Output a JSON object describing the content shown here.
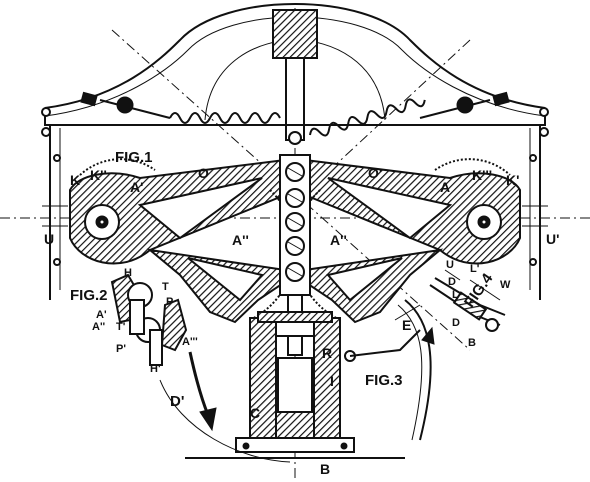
{
  "labels": {
    "fig1": "FIG.1",
    "fig2": "FIG.2",
    "fig3": "FIG.3",
    "fig4": "FIG.4",
    "o": "O",
    "o1": "O'",
    "a1": "A'",
    "a": "A",
    "a2_left": "A''",
    "a2_right": "A''",
    "a3": "A'''",
    "k": "K",
    "k2": "K''",
    "k3": "K'''",
    "k1": "K'",
    "u": "U",
    "u1": "U'",
    "h_top": "H",
    "h_bottom": "H'",
    "t": "T",
    "t1": "T'",
    "p": "P",
    "p1": "P'",
    "a1_fig2": "A'",
    "a2_fig2": "A''",
    "a3_fig2": "A'''",
    "d1": "D'",
    "c": "C",
    "r": "R",
    "i": "I",
    "b": "B",
    "e": "E",
    "u_fig4": "U",
    "l1_fig4": "L'",
    "d_fig4": "D",
    "l_fig4": "L",
    "w_fig4": "W",
    "d_fig4b": "D",
    "b_fig4": "B"
  },
  "colors": {
    "ink": "#111111",
    "paper": "#ffffff"
  }
}
